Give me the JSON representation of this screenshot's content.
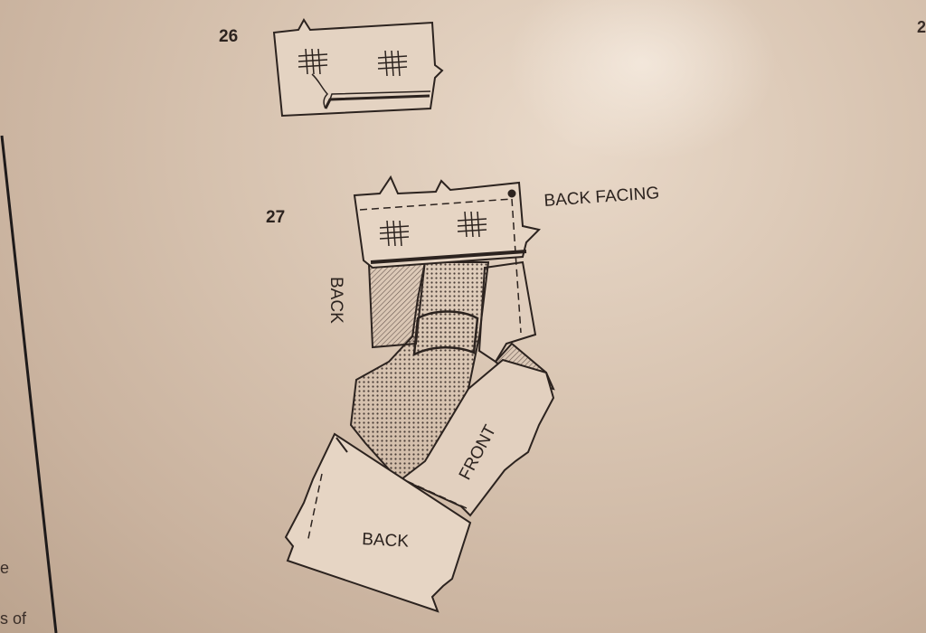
{
  "steps": [
    {
      "number": "26"
    },
    {
      "number": "27"
    }
  ],
  "labels": {
    "back_facing": "BACK FACING",
    "back_vertical": "BACK",
    "front": "FRONT",
    "back_lower": "BACK"
  },
  "edge_fragments": {
    "line1": "e",
    "line2": "s of",
    "top_right": "2"
  },
  "colors": {
    "paper": "#d8c4b1",
    "ink": "#2c231f"
  }
}
